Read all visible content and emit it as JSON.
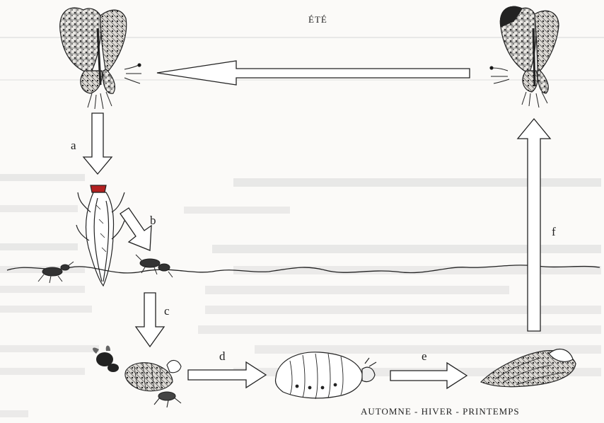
{
  "labels": {
    "summer": "ÉTÉ",
    "seasons_bottom": "AUTOMNE - HIVER - PRINTEMPS",
    "a": "a",
    "b": "b",
    "c": "c",
    "d": "d",
    "e": "e",
    "f": "f"
  },
  "colors": {
    "ink": "#2a2a2a",
    "bleed_text": "#cfcfcf",
    "paper": "#fbfaf8"
  }
}
